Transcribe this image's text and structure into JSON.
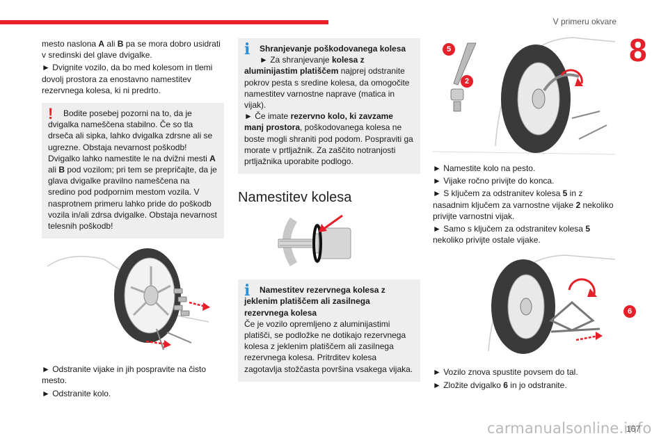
{
  "header": {
    "title": "V primeru okvare",
    "chapter": "8",
    "page": "167"
  },
  "watermark": "carmanualsonline.info",
  "col1": {
    "p1": [
      "mesto naslona ",
      "A",
      " ali ",
      "B",
      " pa se mora dobro usidrati v sredinski del glave dvigalke."
    ],
    "p2": "► Dvignite vozilo, da bo med kolesom in tlemi dovolj prostora za enostavno namestitev rezervnega kolesa, ki ni predrto.",
    "warning": {
      "icon": "!",
      "line1": "Bodite posebej pozorni na to, da je dvigalka nameščena stabilno. Če so tla drseča ali sipka, lahko dvigalka zdrsne ali se ugrezne. Obstaja nevarnost poškodb!",
      "line2": [
        "Dvigalko lahko namestite le na dvižni mesti ",
        "A",
        " ali ",
        "B",
        " pod vozilom; pri tem se prepričajte, da je glava dvigalke pravilno nameščena na sredino pod podpornim mestom vozila. V nasprotnem primeru lahko pride do poškodb vozila in/ali zdrsa dvigalke. Obstaja nevarnost telesnih poškodb!"
      ]
    },
    "after1": "► Odstranite vijake in jih pospravite na čisto mesto.",
    "after2": "► Odstranite kolo."
  },
  "col2": {
    "info1": {
      "icon": "i",
      "title": "Shranjevanje poškodovanega kolesa",
      "p1": [
        "► Za shranjevanje ",
        "kolesa z aluminijastim platiščem",
        " najprej odstranite pokrov pesta s sredine kolesa, da omogočite namestitev varnostne naprave (matica in vijak)."
      ],
      "p2": [
        "► Če imate ",
        "rezervno kolo, ki zavzame manj prostora",
        ", poškodovanega kolesa ne boste mogli shraniti pod podom. Pospraviti ga morate v prtljažnik. Za zaščito notranjosti prtljažnika uporabite podlogo."
      ]
    },
    "heading": "Namestitev kolesa",
    "info2": {
      "icon": "i",
      "title": "Namestitev rezervnega kolesa z jeklenim platiščem ali zasilnega rezervnega kolesa",
      "body": "Če je vozilo opremljeno z aluminijastimi platišči, se podložke ne dotikajo rezervnega kolesa z jeklenim platiščem ali zasilnega rezervnega kolesa. Pritrditev kolesa zagotavlja stožčasta površina vsakega vijaka."
    }
  },
  "col3": {
    "badges": {
      "wrench": "5",
      "bolt": "2",
      "jack": "6"
    },
    "l1": "► Namestite kolo na pesto.",
    "l2": "► Vijake ročno privijte do konca.",
    "l3": [
      "► S ključem za odstranitev kolesa ",
      "5",
      " in z nasadnim ključem za varnostne vijake ",
      "2",
      " nekoliko privijte varnostni vijak."
    ],
    "l4": [
      "► Samo s ključem za odstranitev kolesa ",
      "5",
      " nekoliko privijte ostale vijake."
    ],
    "l5": "► Vozilo znova spustite povsem do tal.",
    "l6": [
      "► Zložite dvigalko ",
      "6",
      " in jo odstranite."
    ]
  },
  "colors": {
    "accent": "#e5202a",
    "info": "#2a8fd6",
    "box": "#eeeeee"
  }
}
